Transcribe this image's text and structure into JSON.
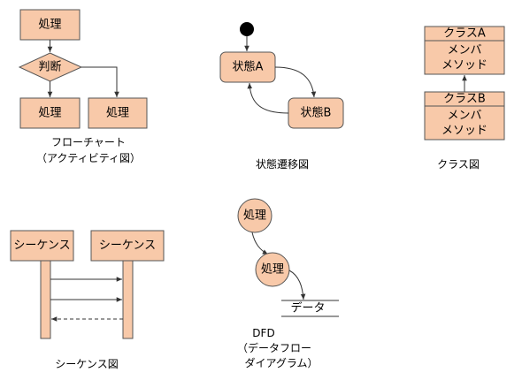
{
  "colors": {
    "fill": "#f8c9a9",
    "stroke": "#555555",
    "line": "#333333"
  },
  "flowchart": {
    "process_top": "処理",
    "decision": "判断",
    "process_left": "処理",
    "process_right": "処理",
    "caption_1": "フローチャート",
    "caption_2": "（アクティビティ図）"
  },
  "state": {
    "state_a": "状態A",
    "state_b": "状態B",
    "caption": "状態遷移図"
  },
  "class": {
    "class_a": {
      "name": "クラスA",
      "members": "メンバ",
      "methods": "メソッド"
    },
    "class_b": {
      "name": "クラスB",
      "members": "メンバ",
      "methods": "メソッド"
    },
    "caption": "クラス図"
  },
  "sequence": {
    "lifeline_left": "シーケンス",
    "lifeline_right": "シーケンス",
    "caption": "シーケンス図"
  },
  "dfd": {
    "process_1": "処理",
    "process_2": "処理",
    "datastore": "データ",
    "caption_1": "DFD",
    "caption_2": "（データフロー",
    "caption_3": "ダイアグラム）"
  }
}
